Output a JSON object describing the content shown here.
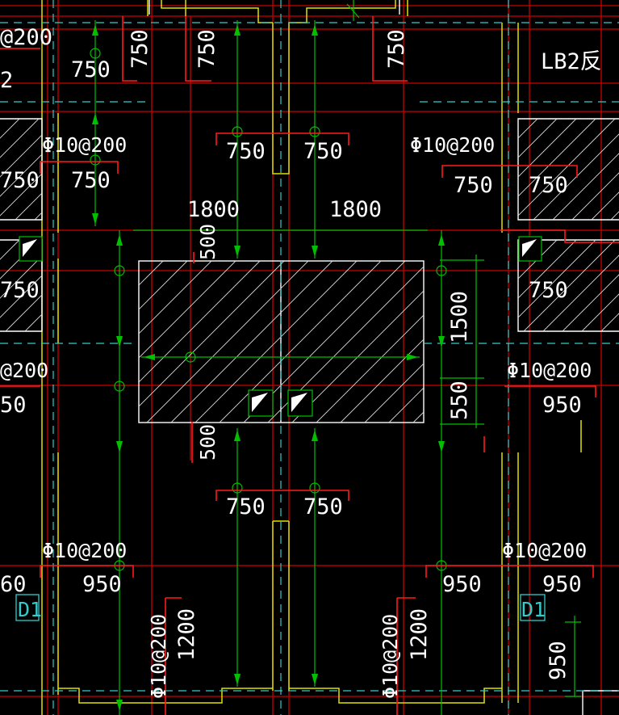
{
  "drawing": {
    "slab_label": "LB2反",
    "bar_spec": "Φ10@200",
    "bar_spec_alt": "Φ10@200",
    "dims": {
      "d1800": "1800",
      "d750": "750",
      "d950": "950",
      "d500": "500",
      "d1500": "1500",
      "d550": "550",
      "d1200": "1200"
    },
    "tag": "D1",
    "edge_fragments": {
      "at200": "@200",
      "two": "2",
      "n50": "50",
      "n60": "60"
    }
  },
  "colors": {
    "background": "#000000",
    "grid": "#ff1a1a",
    "wall": "#e0e000",
    "rebar": "#00c000",
    "axis": "#33cccc",
    "text": "#ffffff"
  }
}
